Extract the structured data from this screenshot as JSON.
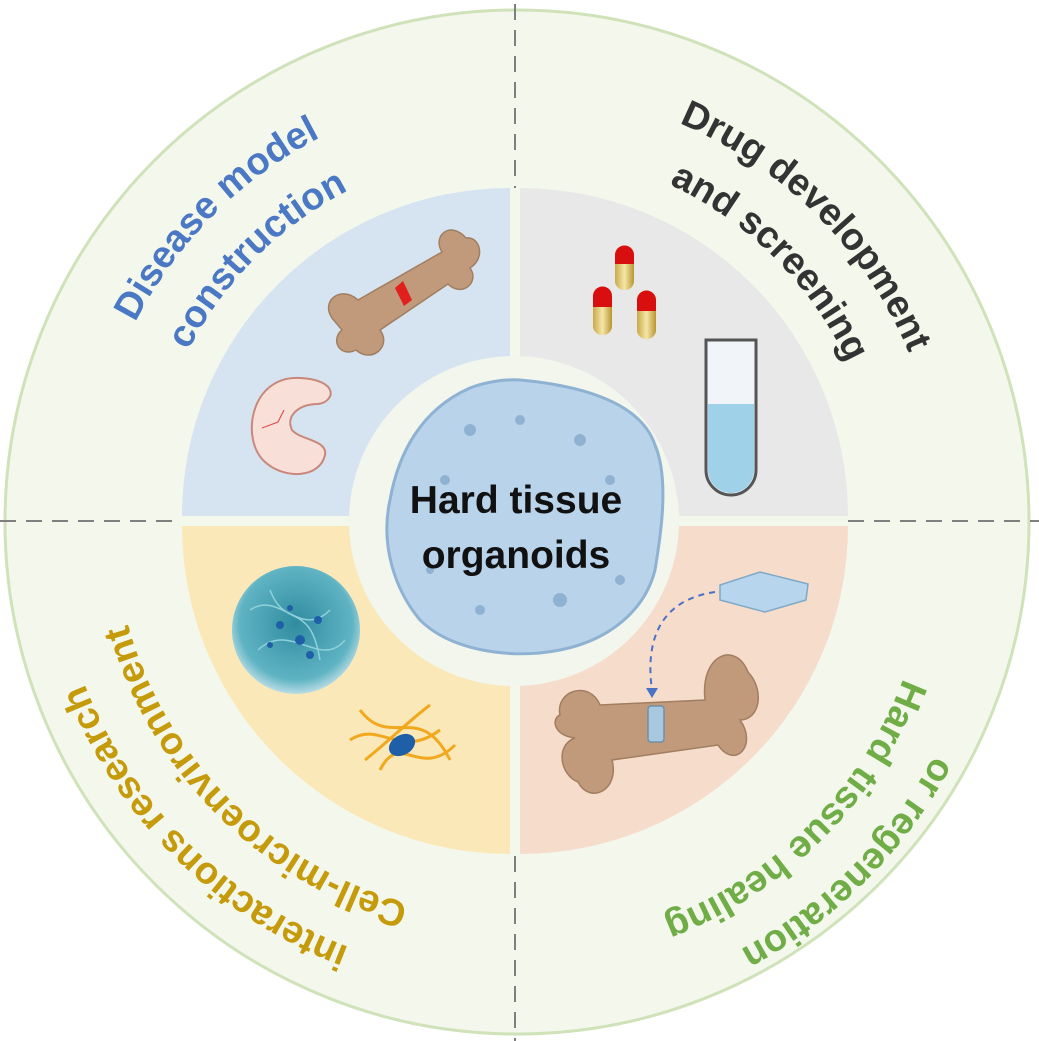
{
  "center": {
    "line1": "Hard tissue",
    "line2": "organoids"
  },
  "quadrants": [
    {
      "id": "disease",
      "line1": "Disease model",
      "line2": "construction",
      "color": "#4a78c4",
      "bg": "#d6e4f1",
      "icons": [
        "fractured-bone-icon",
        "kidney-icon"
      ]
    },
    {
      "id": "drug",
      "line1": "Drug development",
      "line2": "and screening",
      "color": "#333333",
      "bg": "#e8e8e8",
      "icons": [
        "capsule-icon",
        "test-tube-icon"
      ]
    },
    {
      "id": "healing",
      "line1": "Hard tissue healing",
      "line2": "or regeneration",
      "color": "#70ad47",
      "bg": "#f6dccb",
      "icons": [
        "scaffold-icon",
        "bone-implant-icon"
      ]
    },
    {
      "id": "cell",
      "line1": "Cell-microenvironment",
      "line2": "interactions research",
      "color": "#c59a0b",
      "bg": "#fbe8b8",
      "icons": [
        "cell-sphere-icon",
        "cell-matrix-icon"
      ]
    }
  ],
  "colors": {
    "outer_fill": "#f4f8ec",
    "outer_stroke": "#cfe2b9",
    "divider": "#7f7f7f",
    "bone": "#c19a7c",
    "capsule_red": "#d90e0e",
    "capsule_gold": "#e8d58a",
    "tube_liquid": "#9fd2e8"
  }
}
